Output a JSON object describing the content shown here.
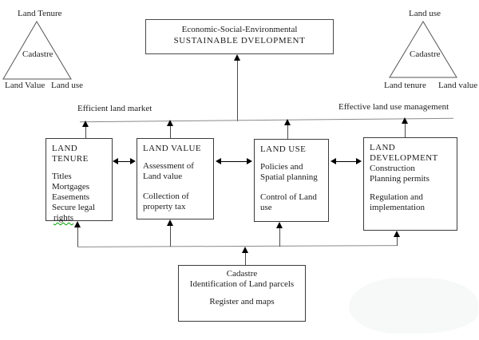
{
  "triangle_left": {
    "top": "Land Tenure",
    "center": "Cadastre",
    "bottom_left": "Land Value",
    "bottom_right": "Land use"
  },
  "triangle_right": {
    "top": "Land use",
    "center": "Cadastre",
    "bottom_left": "Land tenure",
    "bottom_right": "Land value"
  },
  "top_box": {
    "line1": "Economic-Social-Environmental",
    "line2": "SUSTAINABLE DVELOPMENT"
  },
  "flow_labels": {
    "left": "Efficient land market",
    "right": "Effective land use management"
  },
  "function_boxes": [
    {
      "title": "LAND TENURE",
      "items": [
        "Titles",
        "Mortgages",
        "Easements",
        "Secure legal"
      ],
      "underlined_item": "rights"
    },
    {
      "title": "LAND VALUE",
      "paragraphs": [
        "Assessment of Land value",
        "Collection of property tax"
      ]
    },
    {
      "title": "LAND USE",
      "paragraphs": [
        "Policies and Spatial planning",
        "Control of Land use"
      ]
    },
    {
      "title": "LAND DEVELOPMENT",
      "paragraphs": [
        "Construction",
        "Planning permits",
        "Regulation and implementation"
      ]
    }
  ],
  "cadastre_box": {
    "line1": "Cadastre",
    "line2": "Identification of Land parcels",
    "line3": "Register and maps"
  },
  "colors": {
    "connector_line": "#8a8a8a",
    "box_border": "#3c3c3c",
    "arrowhead": "#000000",
    "spellcheck_underline": "#00a000"
  }
}
